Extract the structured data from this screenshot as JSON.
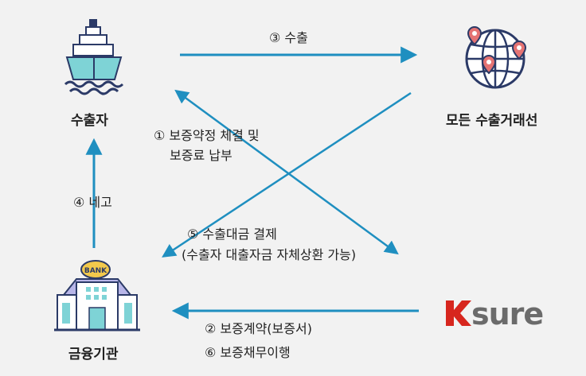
{
  "nodes": {
    "exporter": "수출자",
    "buyer": "모든 수출거래선",
    "bank": "금융기관",
    "bank_sign": "BANK",
    "ksure_logo": "Ksure"
  },
  "steps": {
    "export": "③ 수출",
    "guarantee_line1": "① 보증약정 체결 및",
    "guarantee_line2": "보증료 납부",
    "nego": "④ 네고",
    "settle_line1": "⑤ 수출대금 결제",
    "settle_line2": "(수출자 대출자금 자체상환 가능)",
    "contract": "② 보증계약(보증서)",
    "perform": "⑥ 보증채무이행"
  },
  "colors": {
    "arrow": "#1f8fc0",
    "navy": "#2b3a67",
    "teal": "#7ed3d6",
    "gold": "#f2c94c",
    "ksure_red": "#d7261e",
    "ksure_gray": "#6b6b6b"
  },
  "icons": {
    "exporter": "ship-icon",
    "buyer": "globe-pin-icon",
    "bank": "bank-building-icon",
    "ksure": "ksure-logo"
  }
}
